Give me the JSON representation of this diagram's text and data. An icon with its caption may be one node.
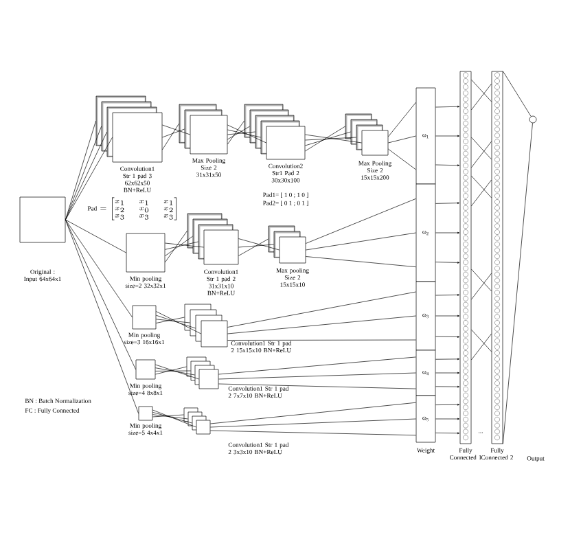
{
  "diagram": {
    "nodes": [
      {
        "text": [
          "Original : Input 64x64x1"
        ]
      },
      {
        "text": [
          "Convolution1 Str 1 pad 3 62x62x50 BN+ReLU"
        ]
      },
      {
        "text": [
          "Max Pooling Size 2 31x31x50"
        ]
      },
      {
        "text": [
          "Convolution2 Str1 Pad 2 30x30x100"
        ]
      },
      {
        "text": [
          "Max Pooling Size 2 15x15x200"
        ]
      },
      {
        "text": [
          "Min pooling size=2 32x32x1"
        ]
      },
      {
        "text": [
          "Convolution1 Str 1 pad 2 31x31x10 BN+ReLU"
        ]
      },
      {
        "text": [
          "Max pooling Size 2 15x15x10"
        ]
      },
      {
        "text": [
          "Min pooling size=3 16x16x1"
        ]
      },
      {
        "text": [
          "Convolution1 Str 1 pad 2 15x15x10 BN+ReLU"
        ]
      },
      {
        "text": [
          "Min pooling size=4 8x8x1"
        ]
      },
      {
        "text": [
          "Convolution1 Str 1 pad 2 7x7x10 BN+ReLU"
        ]
      },
      {
        "text": [
          "Min pooling size=5 4x4x1"
        ]
      },
      {
        "text": [
          "Convolution1 Str 1 pad 2 3x3x10 BN+ReLU"
        ]
      },
      {
        "text": [
          "ω$_{1}$"
        ]
      },
      {
        "text": [
          "ω$_{2}$"
        ]
      },
      {
        "text": [
          "ω$_{3}$"
        ]
      },
      {
        "text": [
          "ω$_{4}$"
        ]
      },
      {
        "text": [
          "ω$_{5}$"
        ]
      },
      {
        "text": [
          "Fully Connected 1"
        ]
      },
      {
        "text": [
          "Fully Connected 2"
        ]
      },
      {
        "text": [],
        "shape": "circle"
      }
    ],
    "edges": [
      {
        "from": 0,
        "to": 1,
        "arrow": "none"
      },
      {
        "from": 0,
        "to": 1,
        "arrow": "none"
      },
      {
        "from": 0,
        "to": 1,
        "arrow": "none"
      },
      {
        "from": 0,
        "to": 1,
        "arrow": "none"
      },
      {
        "from": 0,
        "to": 5,
        "arrow": "none"
      },
      {
        "from": 0,
        "to": 8,
        "arrow": "none"
      },
      {
        "from": 0,
        "to": 10,
        "arrow": "none"
      },
      {
        "from": 0,
        "to": 12,
        "arrow": "none"
      },
      {
        "from": 1,
        "to": 2,
        "arrow": "none"
      },
      {
        "from": 1,
        "to": 2,
        "arrow": "none"
      },
      {
        "from": 1,
        "to": 2,
        "arrow": "none"
      },
      {
        "from": 2,
        "to": 3,
        "arrow": "none"
      },
      {
        "from": 2,
        "to": 3,
        "arrow": "none"
      },
      {
        "from": 2,
        "to": 3,
        "arrow": "none"
      },
      {
        "from": 2,
        "to": 3,
        "arrow": "none"
      },
      {
        "from": 2,
        "to": 3,
        "arrow": "none"
      },
      {
        "from": 3,
        "to": 4,
        "arrow": "none"
      },
      {
        "from": 3,
        "to": 4,
        "arrow": "none"
      },
      {
        "from": 3,
        "to": 4,
        "arrow": "none"
      },
      {
        "from": 3,
        "to": 4,
        "arrow": "none"
      },
      {
        "from": 5,
        "to": 6,
        "arrow": "none"
      },
      {
        "from": 5,
        "to": 6,
        "arrow": "none"
      },
      {
        "from": 5,
        "to": 6,
        "arrow": "none"
      },
      {
        "from": 5,
        "to": 6,
        "arrow": "none"
      },
      {
        "from": 6,
        "to": 7,
        "arrow": "none"
      },
      {
        "from": 6,
        "to": 7,
        "arrow": "none"
      },
      {
        "from": 6,
        "to": 7,
        "arrow": "none"
      },
      {
        "from": 8,
        "to": 9,
        "arrow": "none"
      },
      {
        "from": 8,
        "to": 9,
        "arrow": "none"
      },
      {
        "from": 8,
        "to": 9,
        "arrow": "none"
      },
      {
        "from": 8,
        "to": 9,
        "arrow": "none"
      },
      {
        "from": 10,
        "to": 11,
        "arrow": "none"
      },
      {
        "from": 10,
        "to": 11,
        "arrow": "none"
      },
      {
        "from": 10,
        "to": 11,
        "arrow": "none"
      },
      {
        "from": 10,
        "to": 11,
        "arrow": "none"
      },
      {
        "from": 12,
        "to": 13,
        "arrow": "none"
      },
      {
        "from": 12,
        "to": 13,
        "arrow": "none"
      },
      {
        "from": 12,
        "to": 13,
        "arrow": "none"
      },
      {
        "from": 12,
        "to": 13,
        "arrow": "none"
      },
      {
        "from": 4,
        "to": 14,
        "arrow": "none"
      },
      {
        "from": 4,
        "to": 14,
        "arrow": "none"
      },
      {
        "from": 4,
        "to": 14,
        "arrow": "none"
      },
      {
        "from": 7,
        "to": 15,
        "arrow": "none"
      },
      {
        "from": 7,
        "to": 15,
        "arrow": "none"
      },
      {
        "from": 7,
        "to": 15,
        "arrow": "none"
      },
      {
        "from": 9,
        "to": 16,
        "arrow": "none"
      },
      {
        "from": 9,
        "to": 16,
        "arrow": "none"
      },
      {
        "from": 9,
        "to": 16,
        "arrow": "none"
      },
      {
        "from": 11,
        "to": 17,
        "arrow": "none"
      },
      {
        "from": 11,
        "to": 17,
        "arrow": "none"
      },
      {
        "from": 11,
        "to": 17,
        "arrow": "none"
      },
      {
        "from": 13,
        "to": 18,
        "arrow": "none"
      },
      {
        "from": 13,
        "to": 18,
        "arrow": "none"
      },
      {
        "from": 13,
        "to": 18,
        "arrow": "none"
      },
      {
        "from": 14,
        "to": 19,
        "arrow": "to"
      },
      {
        "from": 14,
        "to": 19,
        "arrow": "to"
      },
      {
        "from": 14,
        "to": 19,
        "arrow": "to"
      },
      {
        "from": 15,
        "to": 19,
        "arrow": "to"
      },
      {
        "from": 15,
        "to": 19,
        "arrow": "to"
      },
      {
        "from": 15,
        "to": 19,
        "arrow": "to"
      },
      {
        "from": 16,
        "to": 19,
        "arrow": "to"
      },
      {
        "from": 16,
        "to": 19,
        "arrow": "to"
      },
      {
        "from": 16,
        "to": 19,
        "arrow": "to"
      },
      {
        "from": 17,
        "to": 19,
        "arrow": "to"
      },
      {
        "from": 17,
        "to": 19,
        "arrow": "to"
      },
      {
        "from": 17,
        "to": 19,
        "arrow": "to"
      },
      {
        "from": 18,
        "to": 19,
        "arrow": "to"
      },
      {
        "from": 18,
        "to": 19,
        "arrow": "to"
      },
      {
        "from": 18,
        "to": 19,
        "arrow": "to"
      },
      {
        "from": 19,
        "to": 20,
        "arrow": "none"
      },
      {
        "from": 19,
        "to": 20,
        "arrow": "none"
      },
      {
        "from": 19,
        "to": 20,
        "arrow": "none"
      },
      {
        "from": 19,
        "to": 20,
        "arrow": "none"
      },
      {
        "from": 19,
        "to": 20,
        "arrow": "none"
      },
      {
        "from": 19,
        "to": 20,
        "arrow": "none"
      },
      {
        "from": 19,
        "to": 20,
        "arrow": "none"
      },
      {
        "from": 19,
        "to": 20,
        "arrow": "none"
      },
      {
        "from": 19,
        "to": 20,
        "arrow": "none"
      },
      {
        "from": 19,
        "to": 20,
        "arrow": "none"
      },
      {
        "from": 20,
        "to": 21,
        "arrow": "none"
      },
      {
        "from": 20,
        "to": 21,
        "arrow": "none"
      }
    ],
    "labels": [
      "\\mathrm{Pad}=\\begin{bmatrix}x_1&x_1&x_1\\\\x_2&x_0&x_2\\\\x_3&x_3&x_3\\end{bmatrix}",
      "Pad1= [ 1 0 ; 1 0 ]",
      "Pad2= [ 0 1 ; 0 1 ]",
      "BN : Batch Normalization",
      "FC : Fully Connected",
      "Weight",
      "...",
      "Output"
    ]
  }
}
